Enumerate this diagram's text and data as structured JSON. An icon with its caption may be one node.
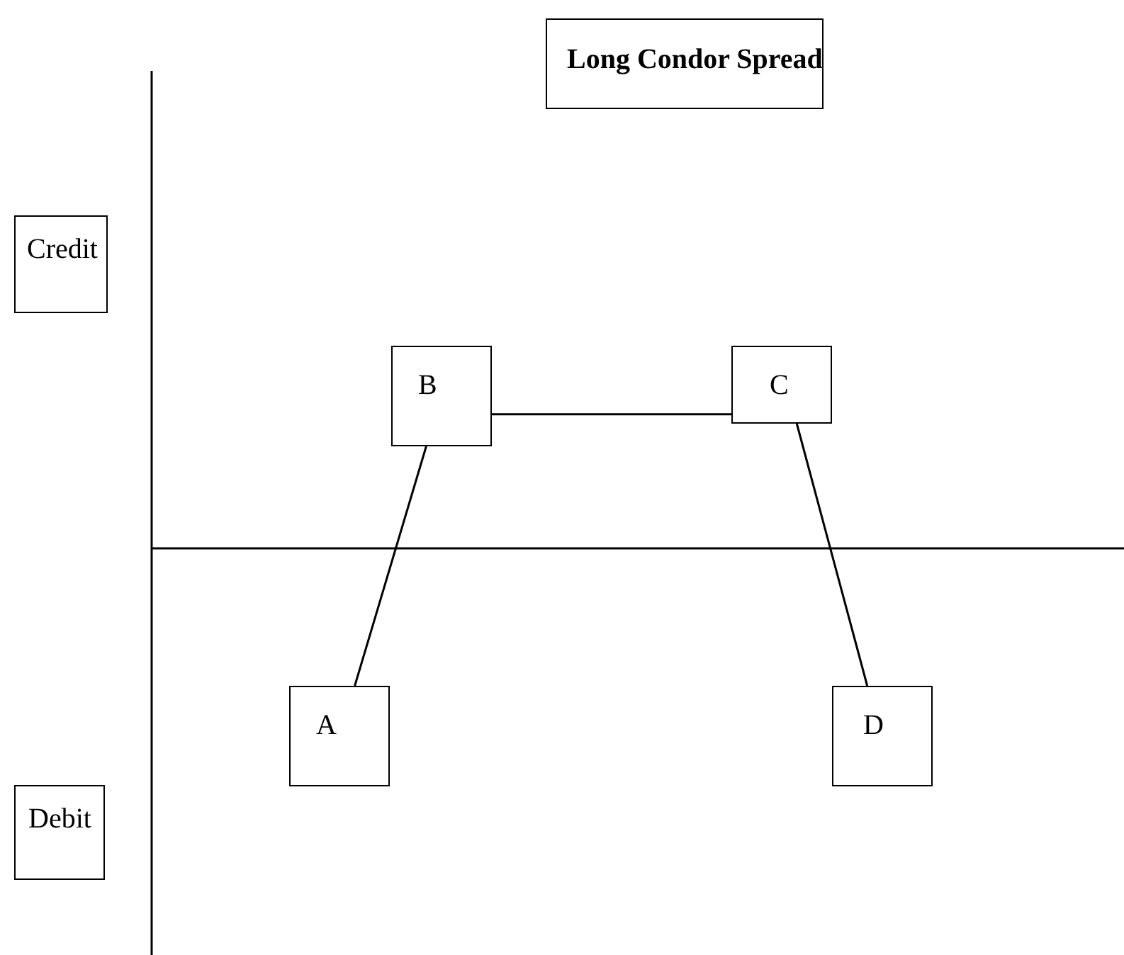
{
  "diagram": {
    "title": "Long Condor Spread",
    "nodes": [
      {
        "text": [
          "Credit"
        ]
      },
      {
        "text": [
          "B"
        ]
      },
      {
        "text": [
          "C"
        ]
      },
      {
        "text": [
          "A"
        ]
      },
      {
        "text": [
          "D"
        ]
      },
      {
        "text": [
          "Debit"
        ]
      }
    ],
    "edges": [
      {
        "from": 3,
        "to": 1,
        "arrow": "none"
      },
      {
        "from": 1,
        "to": 2,
        "arrow": "none"
      },
      {
        "from": 2,
        "to": 4,
        "arrow": "none"
      }
    ]
  }
}
